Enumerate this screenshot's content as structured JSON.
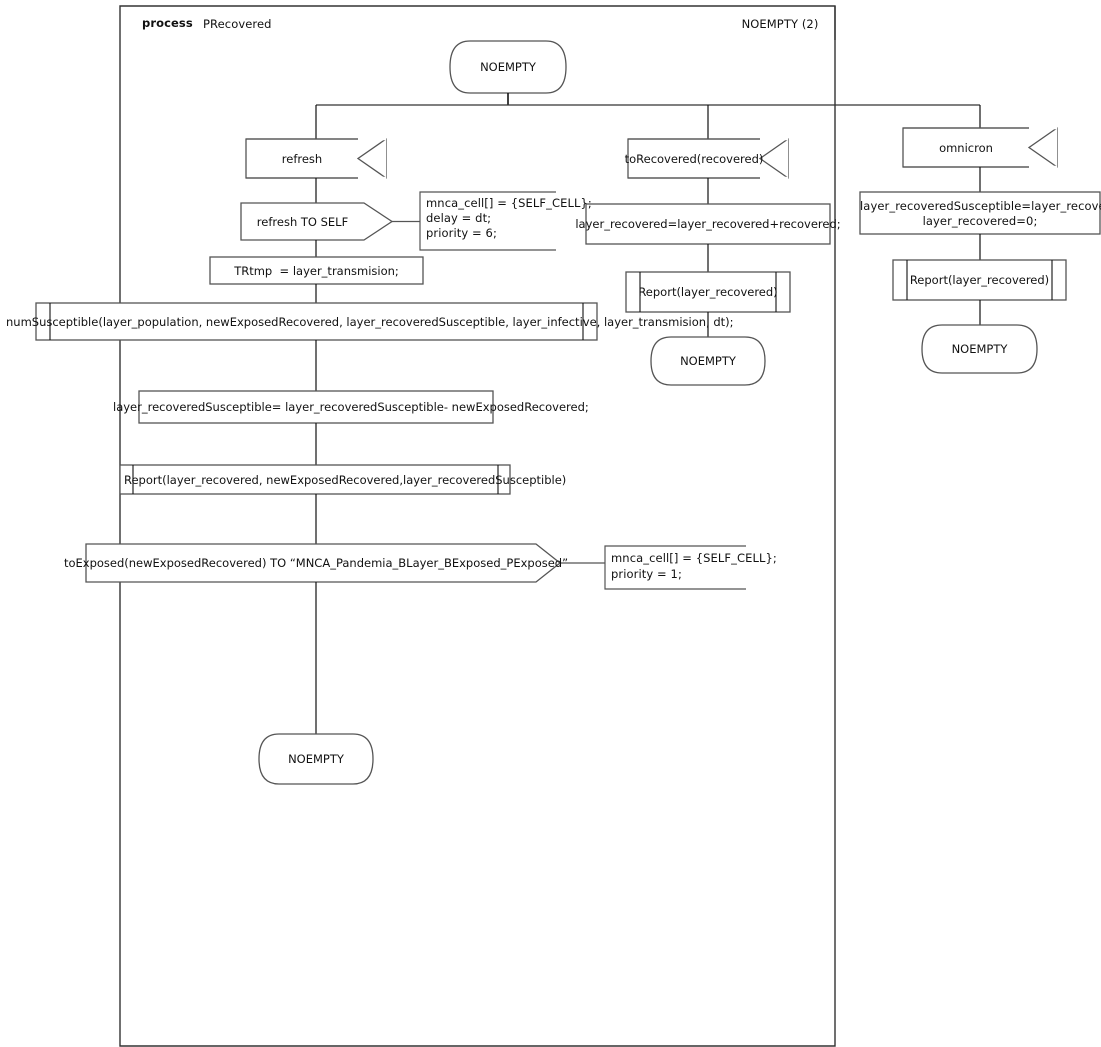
{
  "diagram": {
    "type": "SDL process diagram",
    "frame": {
      "keyword": "process",
      "name": "PRecovered",
      "corner_label": "NOEMPTY (2)"
    },
    "start_state": {
      "label": "NOEMPTY"
    },
    "branches": [
      {
        "id": "refresh-branch",
        "input": {
          "label": "refresh"
        },
        "output": {
          "label": "refresh TO SELF"
        },
        "comment": {
          "lines": [
            "mnca_cell[] = {SELF_CELL};",
            "delay = dt;",
            "priority = 6;"
          ]
        },
        "tasks": [
          {
            "label": "TRtmp  = layer_transmision;"
          },
          {
            "label": "layer_recoveredSusceptible= layer_recoveredSusceptible- newExposedRecovered;"
          }
        ],
        "procedures": [
          {
            "label": "numSusceptible(layer_population, newExposedRecovered, layer_recoveredSusceptible, layer_infective, layer_transmision, dt);"
          },
          {
            "label": "Report(layer_recovered, newExposedRecovered,layer_recoveredSusceptible)"
          }
        ],
        "send": {
          "label": "toExposed(newExposedRecovered) TO “MNCA_Pandemia_BLayer_BExposed_PExposed”"
        },
        "send_comment": {
          "lines": [
            "mnca_cell[] = {SELF_CELL};",
            "priority = 1;"
          ]
        },
        "end_state": {
          "label": "NOEMPTY"
        }
      },
      {
        "id": "toRecovered-branch",
        "input": {
          "label": "toRecovered(recovered)"
        },
        "task": {
          "label": "layer_recovered=layer_recovered+recovered;"
        },
        "procedure": {
          "label": "Report(layer_recovered)"
        },
        "end_state": {
          "label": "NOEMPTY"
        }
      },
      {
        "id": "omnicron-branch",
        "input": {
          "label": "omnicron"
        },
        "task": {
          "lines": [
            "layer_recoveredSusceptible=layer_recovered;",
            "layer_recovered=0;"
          ]
        },
        "procedure": {
          "label": "Report(layer_recovered)"
        },
        "end_state": {
          "label": "NOEMPTY"
        }
      }
    ],
    "colors": {
      "stroke": "#555555",
      "stroke_dark": "#111111",
      "background": "#ffffff",
      "text": "#111111"
    }
  }
}
